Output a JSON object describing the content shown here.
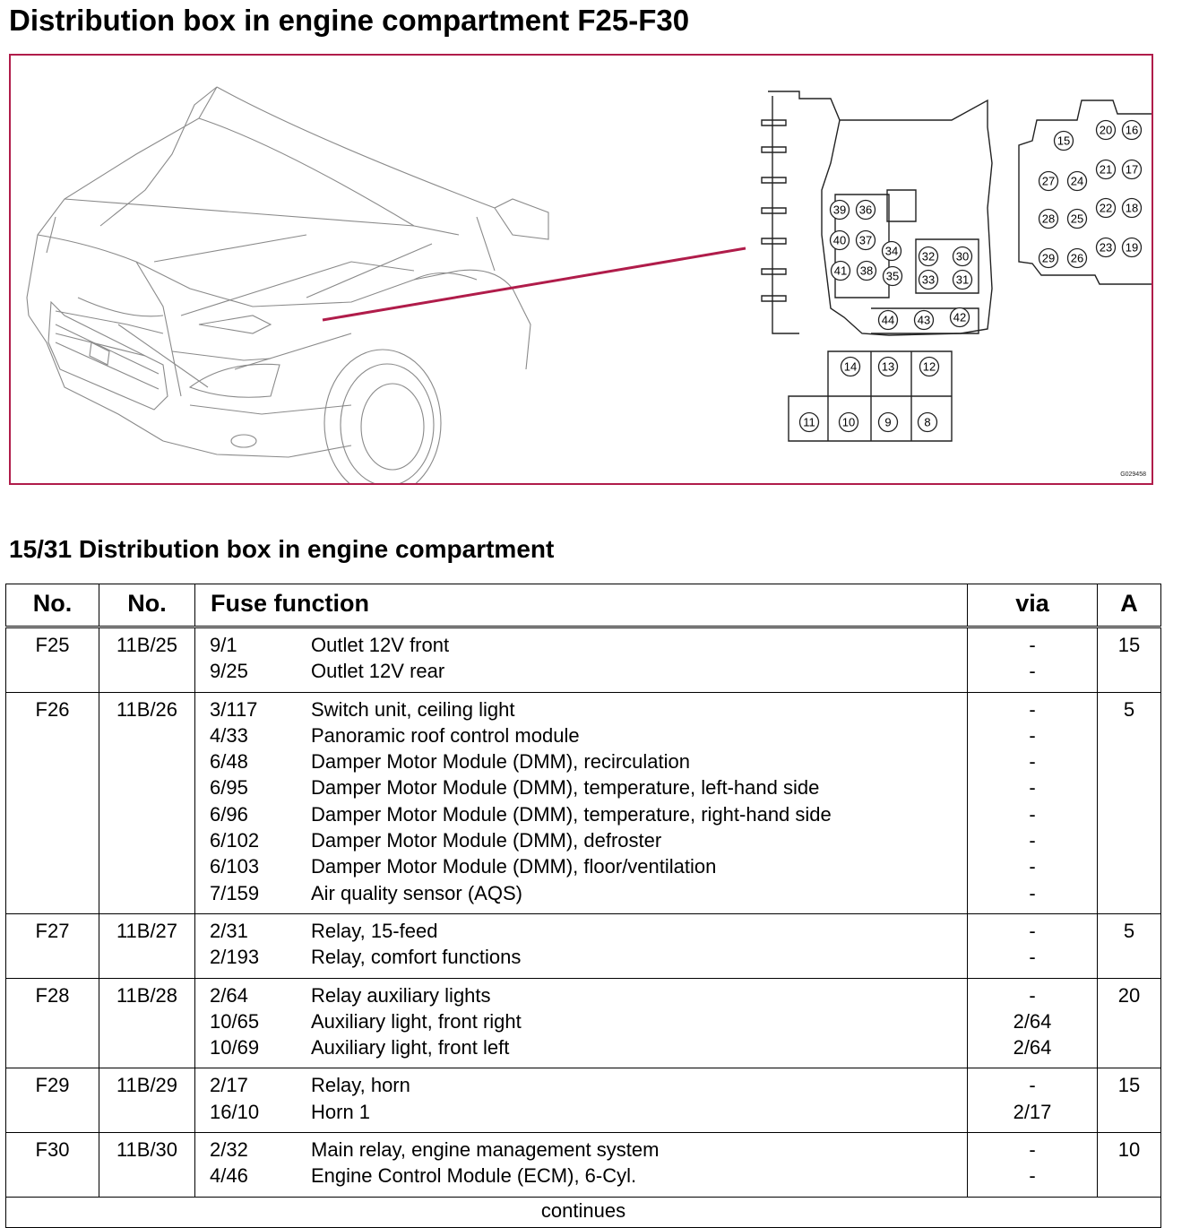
{
  "page": {
    "title": "Distribution box in engine compartment F25-F30",
    "subtitle": "15/31 Distribution box in engine compartment",
    "figure_code": "G029458",
    "accent_color": "#b01c4a"
  },
  "diagram": {
    "main_box_fuses": [
      "39",
      "36",
      "40",
      "37",
      "41",
      "38",
      "34",
      "35",
      "32",
      "30",
      "33",
      "31",
      "44",
      "43",
      "42"
    ],
    "right_box_fuses": [
      "15",
      "20",
      "16",
      "27",
      "24",
      "21",
      "17",
      "28",
      "25",
      "22",
      "18",
      "29",
      "26",
      "23",
      "19"
    ],
    "lower_box_fuses": [
      "14",
      "13",
      "12",
      "11",
      "10",
      "9",
      "8"
    ]
  },
  "table": {
    "headers": {
      "no1": "No.",
      "no2": "No.",
      "function": "Fuse function",
      "via": "via",
      "amp": "A"
    },
    "groups": [
      {
        "fuse": "F25",
        "conn": "11B/25",
        "amp": "15",
        "items": [
          {
            "code": "9/1",
            "desc": "Outlet 12V front",
            "via": "-"
          },
          {
            "code": "9/25",
            "desc": "Outlet 12V rear",
            "via": "-"
          }
        ]
      },
      {
        "fuse": "F26",
        "conn": "11B/26",
        "amp": "5",
        "items": [
          {
            "code": "3/117",
            "desc": "Switch unit, ceiling light",
            "via": "-"
          },
          {
            "code": "4/33",
            "desc": "Panoramic roof control module",
            "via": "-"
          },
          {
            "code": "6/48",
            "desc": "Damper Motor Module (DMM), recirculation",
            "via": "-"
          },
          {
            "code": "6/95",
            "desc": "Damper Motor Module (DMM), temperature, left-hand side",
            "via": "-"
          },
          {
            "code": "6/96",
            "desc": "Damper Motor Module (DMM), temperature, right-hand side",
            "via": "-"
          },
          {
            "code": "6/102",
            "desc": "Damper Motor Module (DMM), defroster",
            "via": "-"
          },
          {
            "code": "6/103",
            "desc": "Damper Motor Module (DMM), floor/ventilation",
            "via": "-"
          },
          {
            "code": "7/159",
            "desc": "Air quality sensor (AQS)",
            "via": "-"
          }
        ]
      },
      {
        "fuse": "F27",
        "conn": "11B/27",
        "amp": "5",
        "items": [
          {
            "code": "2/31",
            "desc": "Relay, 15-feed",
            "via": "-"
          },
          {
            "code": "2/193",
            "desc": "Relay, comfort functions",
            "via": "-"
          }
        ]
      },
      {
        "fuse": "F28",
        "conn": "11B/28",
        "amp": "20",
        "items": [
          {
            "code": "2/64",
            "desc": "Relay auxiliary lights",
            "via": "-"
          },
          {
            "code": "10/65",
            "desc": "Auxiliary light, front right",
            "via": "2/64"
          },
          {
            "code": "10/69",
            "desc": "Auxiliary light, front left",
            "via": "2/64"
          }
        ]
      },
      {
        "fuse": "F29",
        "conn": "11B/29",
        "amp": "15",
        "items": [
          {
            "code": "2/17",
            "desc": "Relay, horn",
            "via": "-"
          },
          {
            "code": "16/10",
            "desc": "Horn 1",
            "via": "2/17"
          }
        ]
      },
      {
        "fuse": "F30",
        "conn": "11B/30",
        "amp": "10",
        "items": [
          {
            "code": "2/32",
            "desc": "Main relay, engine management system",
            "via": "-"
          },
          {
            "code": "4/46",
            "desc": "Engine Control Module (ECM), 6-Cyl.",
            "via": "-"
          }
        ]
      }
    ],
    "footer": "continues"
  }
}
